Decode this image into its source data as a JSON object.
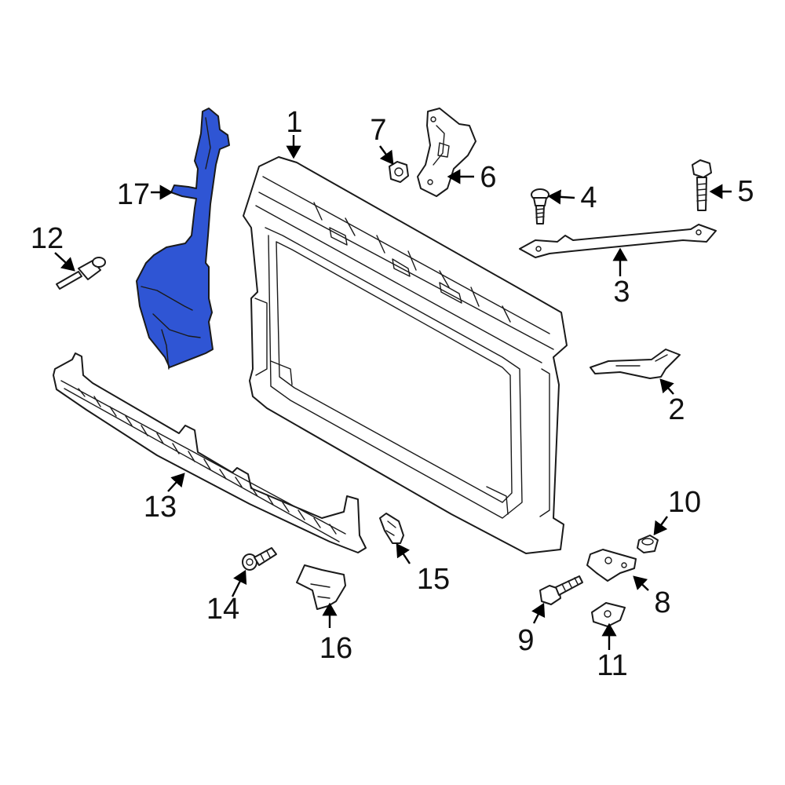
{
  "diagram": {
    "callouts": {
      "c1": "1",
      "c2": "2",
      "c3": "3",
      "c4": "4",
      "c5": "5",
      "c6": "6",
      "c7": "7",
      "c8": "8",
      "c9": "9",
      "c10": "10",
      "c11": "11",
      "c12": "12",
      "c13": "13",
      "c14": "14",
      "c15": "15",
      "c16": "16",
      "c17": "17"
    },
    "highlight_part": "17",
    "colors": {
      "highlight_fill": "#2f55d4",
      "line": "#1a1a1a",
      "background": "#ffffff"
    }
  }
}
